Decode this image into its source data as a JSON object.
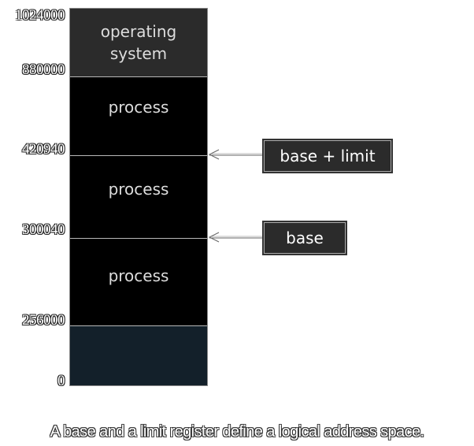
{
  "addresses": [
    "1024000",
    "880000",
    "420940",
    "300040",
    "256000",
    "0"
  ],
  "segments": {
    "os": "operating system",
    "process_top": "process",
    "process_mid": "process",
    "process_bottom": "process"
  },
  "registers": {
    "limit_label": "base + limit",
    "base_label": "base"
  },
  "caption": "A base and a limit register define a logical address space."
}
